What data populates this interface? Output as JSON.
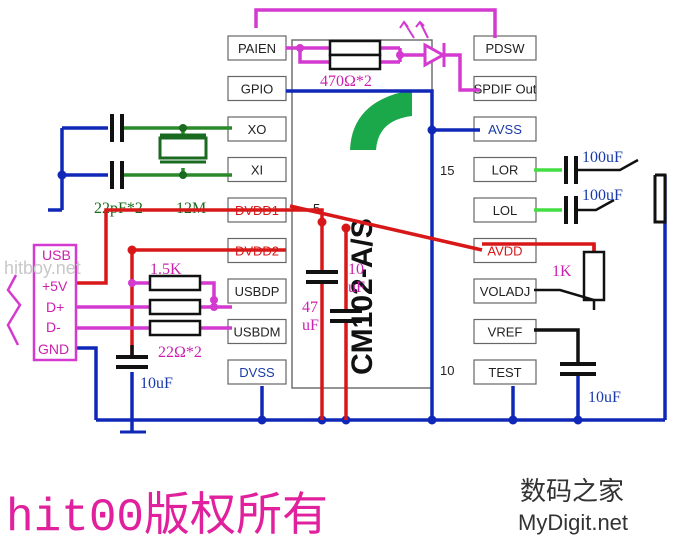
{
  "chip": {
    "part_number": "CM102-A/S",
    "left_pins": [
      {
        "label": "PAIEN",
        "color": "#222222"
      },
      {
        "label": "GPIO",
        "color": "#222222"
      },
      {
        "label": "XO",
        "color": "#222222"
      },
      {
        "label": "XI",
        "color": "#222222"
      },
      {
        "label": "DVDD1",
        "color": "#d81818"
      },
      {
        "label": "DVDD2",
        "color": "#d81818"
      },
      {
        "label": "USBDP",
        "color": "#222222"
      },
      {
        "label": "USBDM",
        "color": "#222222"
      },
      {
        "label": "DVSS",
        "color": "#1a3aa8"
      }
    ],
    "right_pins": [
      {
        "label": "PDSW",
        "color": "#222222"
      },
      {
        "label": "SPDIF Out",
        "color": "#222222"
      },
      {
        "label": "AVSS",
        "color": "#1a3aa8"
      },
      {
        "label": "LOR",
        "color": "#222222"
      },
      {
        "label": "LOL",
        "color": "#222222"
      },
      {
        "label": "AVDD",
        "color": "#d81818"
      },
      {
        "label": "VOLADJ",
        "color": "#222222"
      },
      {
        "label": "VREF",
        "color": "#222222"
      },
      {
        "label": "TEST",
        "color": "#222222"
      }
    ],
    "pin_numbers": {
      "p5": "5",
      "p15": "15",
      "p10": "10"
    }
  },
  "components": {
    "led_resistors": "470Ω*2",
    "crystal_caps": "22pF*2",
    "crystal": "12M",
    "usb_resistor": "1.5K",
    "usb_series_res": "22Ω*2",
    "usb_cap": "10uF",
    "dvdd_cap_47": "47",
    "dvdd_cap_47_unit": "uF",
    "dvdd_cap_10": "10",
    "dvdd_cap_10_unit": "uF",
    "lor_cap": "100uF",
    "lol_cap": "100uF",
    "voladj_res": "1K",
    "vref_cap": "10uF"
  },
  "usb": {
    "title": "USB",
    "pins": [
      "+5V",
      "D+",
      "D-",
      "GND"
    ]
  },
  "footer": {
    "copyright": "hit00版权所有",
    "brand_cn": "数码之家",
    "brand_en": "MyDigit.net",
    "watermark": "hitboy.net"
  }
}
